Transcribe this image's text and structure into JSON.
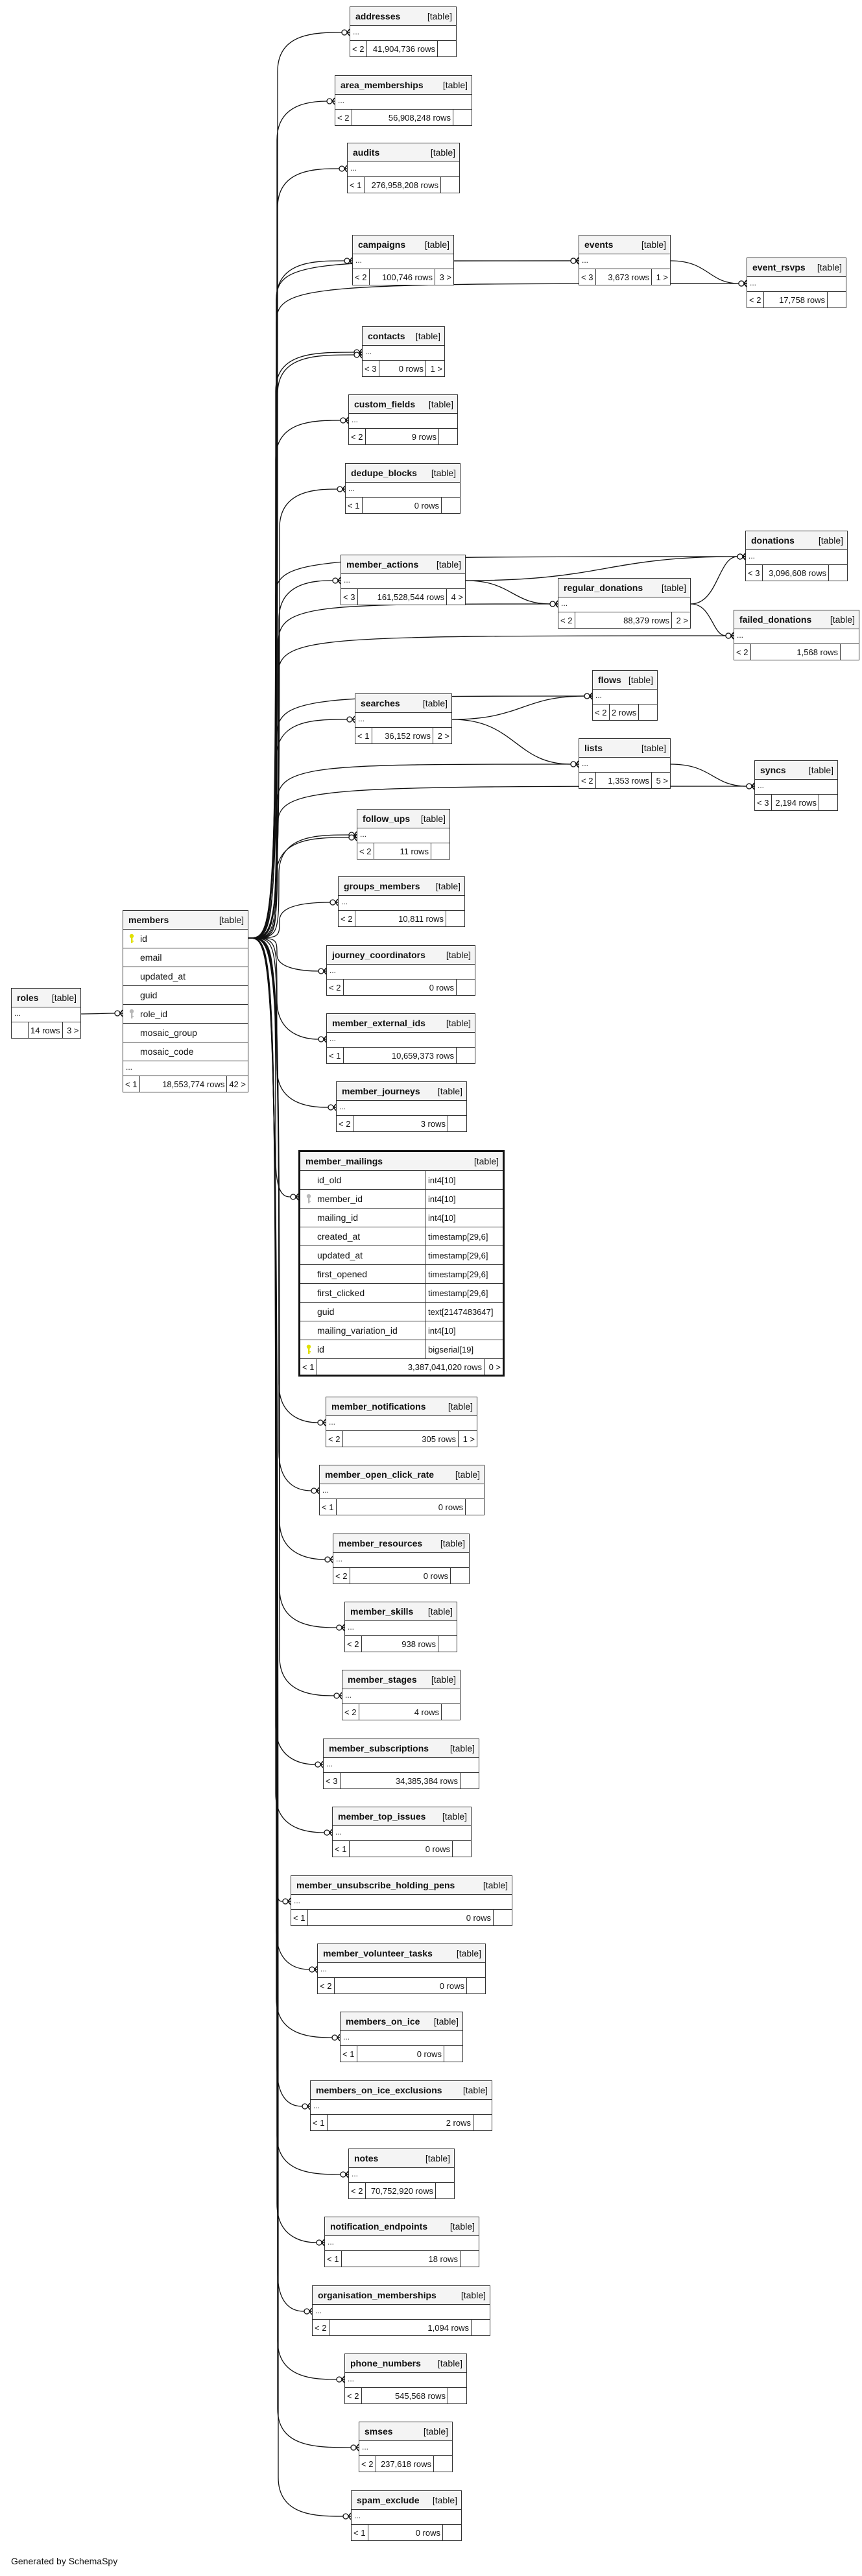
{
  "diagram": {
    "type_label": "[table]",
    "ellipsis": "...",
    "footer_text": "Generated by SchemaSpy"
  },
  "tables": [
    {
      "name": "roles",
      "left": "",
      "rows": "14 rows",
      "right": "3 >"
    },
    {
      "name": "members",
      "left": "< 1",
      "rows": "18,553,774 rows",
      "right": "42 >",
      "columns": [
        {
          "name": "id",
          "key": "primary"
        },
        {
          "name": "email"
        },
        {
          "name": "updated_at"
        },
        {
          "name": "guid"
        },
        {
          "name": "role_id",
          "key": "foreign"
        },
        {
          "name": "mosaic_group"
        },
        {
          "name": "mosaic_code"
        }
      ]
    },
    {
      "name": "addresses",
      "left": "< 2",
      "rows": "41,904,736 rows",
      "right": ""
    },
    {
      "name": "area_memberships",
      "left": "< 2",
      "rows": "56,908,248 rows",
      "right": ""
    },
    {
      "name": "audits",
      "left": "< 1",
      "rows": "276,958,208 rows",
      "right": ""
    },
    {
      "name": "campaigns",
      "left": "< 2",
      "rows": "100,746 rows",
      "right": "3 >"
    },
    {
      "name": "events",
      "left": "< 3",
      "rows": "3,673 rows",
      "right": "1 >"
    },
    {
      "name": "event_rsvps",
      "left": "< 2",
      "rows": "17,758 rows",
      "right": ""
    },
    {
      "name": "contacts",
      "left": "< 3",
      "rows": "0 rows",
      "right": "1 >"
    },
    {
      "name": "custom_fields",
      "left": "< 2",
      "rows": "9 rows",
      "right": ""
    },
    {
      "name": "dedupe_blocks",
      "left": "< 1",
      "rows": "0 rows",
      "right": ""
    },
    {
      "name": "donations",
      "left": "< 3",
      "rows": "3,096,608 rows",
      "right": ""
    },
    {
      "name": "member_actions",
      "left": "< 3",
      "rows": "161,528,544 rows",
      "right": "4 >"
    },
    {
      "name": "regular_donations",
      "left": "< 2",
      "rows": "88,379 rows",
      "right": "2 >"
    },
    {
      "name": "failed_donations",
      "left": "< 2",
      "rows": "1,568 rows",
      "right": ""
    },
    {
      "name": "flows",
      "left": "< 2",
      "rows": "2 rows",
      "right": ""
    },
    {
      "name": "searches",
      "left": "< 1",
      "rows": "36,152 rows",
      "right": "2 >"
    },
    {
      "name": "lists",
      "left": "< 2",
      "rows": "1,353 rows",
      "right": "5 >"
    },
    {
      "name": "syncs",
      "left": "< 3",
      "rows": "2,194 rows",
      "right": ""
    },
    {
      "name": "follow_ups",
      "left": "< 2",
      "rows": "11 rows",
      "right": ""
    },
    {
      "name": "groups_members",
      "left": "< 2",
      "rows": "10,811 rows",
      "right": ""
    },
    {
      "name": "journey_coordinators",
      "left": "< 2",
      "rows": "0 rows",
      "right": ""
    },
    {
      "name": "member_external_ids",
      "left": "< 1",
      "rows": "10,659,373 rows",
      "right": ""
    },
    {
      "name": "member_journeys",
      "left": "< 2",
      "rows": "3 rows",
      "right": ""
    },
    {
      "name": "member_mailings",
      "left": "< 1",
      "rows": "3,387,041,020 rows",
      "right": "0 >",
      "selected": true,
      "columns": [
        {
          "name": "id_old",
          "type": "int4[10]"
        },
        {
          "name": "member_id",
          "type": "int4[10]",
          "key": "foreign"
        },
        {
          "name": "mailing_id",
          "type": "int4[10]"
        },
        {
          "name": "created_at",
          "type": "timestamp[29,6]"
        },
        {
          "name": "updated_at",
          "type": "timestamp[29,6]"
        },
        {
          "name": "first_opened",
          "type": "timestamp[29,6]"
        },
        {
          "name": "first_clicked",
          "type": "timestamp[29,6]"
        },
        {
          "name": "guid",
          "type": "text[2147483647]"
        },
        {
          "name": "mailing_variation_id",
          "type": "int4[10]"
        },
        {
          "name": "id",
          "type": "bigserial[19]",
          "key": "primary"
        }
      ]
    },
    {
      "name": "member_notifications",
      "left": "< 2",
      "rows": "305 rows",
      "right": "1 >"
    },
    {
      "name": "member_open_click_rate",
      "left": "< 1",
      "rows": "0 rows",
      "right": ""
    },
    {
      "name": "member_resources",
      "left": "< 2",
      "rows": "0 rows",
      "right": ""
    },
    {
      "name": "member_skills",
      "left": "< 2",
      "rows": "938 rows",
      "right": ""
    },
    {
      "name": "member_stages",
      "left": "< 2",
      "rows": "4 rows",
      "right": ""
    },
    {
      "name": "member_subscriptions",
      "left": "< 3",
      "rows": "34,385,384 rows",
      "right": ""
    },
    {
      "name": "member_top_issues",
      "left": "< 1",
      "rows": "0 rows",
      "right": ""
    },
    {
      "name": "member_unsubscribe_holding_pens",
      "left": "< 1",
      "rows": "0 rows",
      "right": ""
    },
    {
      "name": "member_volunteer_tasks",
      "left": "< 2",
      "rows": "0 rows",
      "right": ""
    },
    {
      "name": "members_on_ice",
      "left": "< 1",
      "rows": "0 rows",
      "right": ""
    },
    {
      "name": "members_on_ice_exclusions",
      "left": "< 1",
      "rows": "2 rows",
      "right": ""
    },
    {
      "name": "notes",
      "left": "< 2",
      "rows": "70,752,920 rows",
      "right": ""
    },
    {
      "name": "notification_endpoints",
      "left": "< 1",
      "rows": "18 rows",
      "right": ""
    },
    {
      "name": "organisation_memberships",
      "left": "< 2",
      "rows": "1,094 rows",
      "right": ""
    },
    {
      "name": "phone_numbers",
      "left": "< 2",
      "rows": "545,568 rows",
      "right": ""
    },
    {
      "name": "smses",
      "left": "< 2",
      "rows": "237,618 rows",
      "right": ""
    },
    {
      "name": "spam_exclude",
      "left": "< 1",
      "rows": "0 rows",
      "right": ""
    }
  ],
  "relationships": [
    [
      "roles",
      "members"
    ],
    [
      "members",
      "addresses"
    ],
    [
      "members",
      "area_memberships"
    ],
    [
      "members",
      "audits"
    ],
    [
      "members",
      "campaigns"
    ],
    [
      "members",
      "events"
    ],
    [
      "members",
      "event_rsvps"
    ],
    [
      "members",
      "contacts"
    ],
    [
      "members",
      "contacts"
    ],
    [
      "members",
      "custom_fields"
    ],
    [
      "members",
      "dedupe_blocks"
    ],
    [
      "members",
      "donations"
    ],
    [
      "members",
      "member_actions"
    ],
    [
      "members",
      "regular_donations"
    ],
    [
      "members",
      "failed_donations"
    ],
    [
      "members",
      "flows"
    ],
    [
      "members",
      "searches"
    ],
    [
      "members",
      "lists"
    ],
    [
      "members",
      "syncs"
    ],
    [
      "members",
      "follow_ups"
    ],
    [
      "members",
      "follow_ups"
    ],
    [
      "members",
      "groups_members"
    ],
    [
      "members",
      "journey_coordinators"
    ],
    [
      "members",
      "member_external_ids"
    ],
    [
      "members",
      "member_journeys"
    ],
    [
      "members",
      "member_mailings"
    ],
    [
      "members",
      "member_notifications"
    ],
    [
      "members",
      "member_open_click_rate"
    ],
    [
      "members",
      "member_resources"
    ],
    [
      "members",
      "member_skills"
    ],
    [
      "members",
      "member_stages"
    ],
    [
      "members",
      "member_subscriptions"
    ],
    [
      "members",
      "member_top_issues"
    ],
    [
      "members",
      "member_unsubscribe_holding_pens"
    ],
    [
      "members",
      "member_volunteer_tasks"
    ],
    [
      "members",
      "members_on_ice"
    ],
    [
      "members",
      "members_on_ice_exclusions"
    ],
    [
      "members",
      "notes"
    ],
    [
      "members",
      "notification_endpoints"
    ],
    [
      "members",
      "organisation_memberships"
    ],
    [
      "members",
      "phone_numbers"
    ],
    [
      "members",
      "smses"
    ],
    [
      "members",
      "spam_exclude"
    ],
    [
      "campaigns",
      "events"
    ],
    [
      "events",
      "event_rsvps"
    ],
    [
      "member_actions",
      "donations"
    ],
    [
      "member_actions",
      "regular_donations"
    ],
    [
      "regular_donations",
      "donations"
    ],
    [
      "regular_donations",
      "failed_donations"
    ],
    [
      "searches",
      "flows"
    ],
    [
      "searches",
      "lists"
    ],
    [
      "lists",
      "syncs"
    ]
  ]
}
